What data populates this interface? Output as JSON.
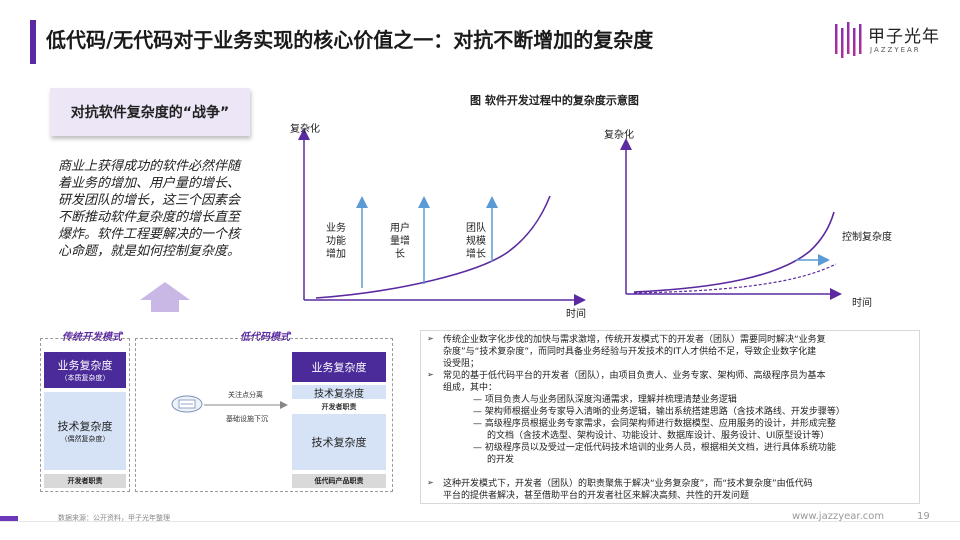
{
  "title": "低代码/无代码对于业务实现的核心价值之一：对抗不断增加的复杂度",
  "logo": {
    "cn": "甲子光年",
    "en": "JAZZYEAR"
  },
  "war_title": "对抗软件复杂度的“战争”",
  "description": "商业上获得成功的软件必然伴随着业务的增加、用户量的增长、研发团队的增长，这三个因素会不断推动软件复杂度的增长直至爆炸。软件工程要解决的一个核心命题，就是如何控制复杂度。",
  "figure_title": "图 软件开发过程中的复杂度示意图",
  "left_chart": {
    "y_label": "复杂化",
    "x_label": "时间",
    "arrows": [
      {
        "label": [
          "业务",
          "功能",
          "增加"
        ]
      },
      {
        "label": [
          "用户",
          "量增",
          "长"
        ]
      },
      {
        "label": [
          "团队",
          "规模",
          "增长"
        ]
      }
    ]
  },
  "right_chart": {
    "y_label": "复杂化",
    "x_label": "时间",
    "curve_label": "控制复杂度"
  },
  "traditional": {
    "header": "传统开发模式",
    "business": "业务复杂度",
    "business_sub": "（本质复杂度）",
    "tech": "技术复杂度",
    "tech_sub": "（偶然复杂度）",
    "footer": "开发者职责"
  },
  "lowcode": {
    "header": "低代码模式",
    "note1": "关注点分离",
    "note2": "基础设施下沉",
    "business": "业务复杂度",
    "tech_top": "技术复杂度",
    "dev_label": "开发者职责",
    "tech_bottom": "技术复杂度",
    "footer": "低代码产品职责"
  },
  "bullets": [
    "传统企业数字化步伐的加快与需求激增，传统开发模式下的开发者（团队）需要同时解决“业务复",
    "杂度”与“技术复杂度”，而同时具备业务经验与开发技术的IT人才供给不足，导致企业数字化建",
    "设受阻；",
    "常见的基于低代码平台的开发者（团队），由项目负责人、业务专家、架构师、高级程序员为基本",
    "组成，其中：",
    "— 项目负责人与业务团队深度沟通需求，理解并梳理清楚业务逻辑",
    "— 架构师根据业务专家导入清晰的业务逻辑，输出系统搭建思路（含技术路线、开发步骤等）",
    "— 高级程序员根据业务专家需求，会同架构师进行数据模型、应用服务的设计，并形成完整",
    "的文档（含技术选型、架构设计、功能设计、数据库设计、服务设计、UI原型设计等）",
    "— 初级程序员以及受过一定低代码技术培训的业务人员，根据相关文档，进行具体系统功能",
    "的开发",
    "这种开发模式下，开发者（团队）的职责聚焦于解决“业务复杂度”，而“技术复杂度”由低代码",
    "平台的提供者解决，甚至借助平台的开发者社区来解决高频、共性的开发问题"
  ],
  "bullet_marker": "➢",
  "footer": {
    "source": "数据来源：公开资料，甲子光年整理",
    "url": "www.jazzyear.com",
    "page": "19"
  },
  "colors": {
    "accent": "#5b2aa0",
    "arrow": "#5b9bd5",
    "dark_box": "#4a2b99",
    "light_box": "#d6e3f6"
  }
}
